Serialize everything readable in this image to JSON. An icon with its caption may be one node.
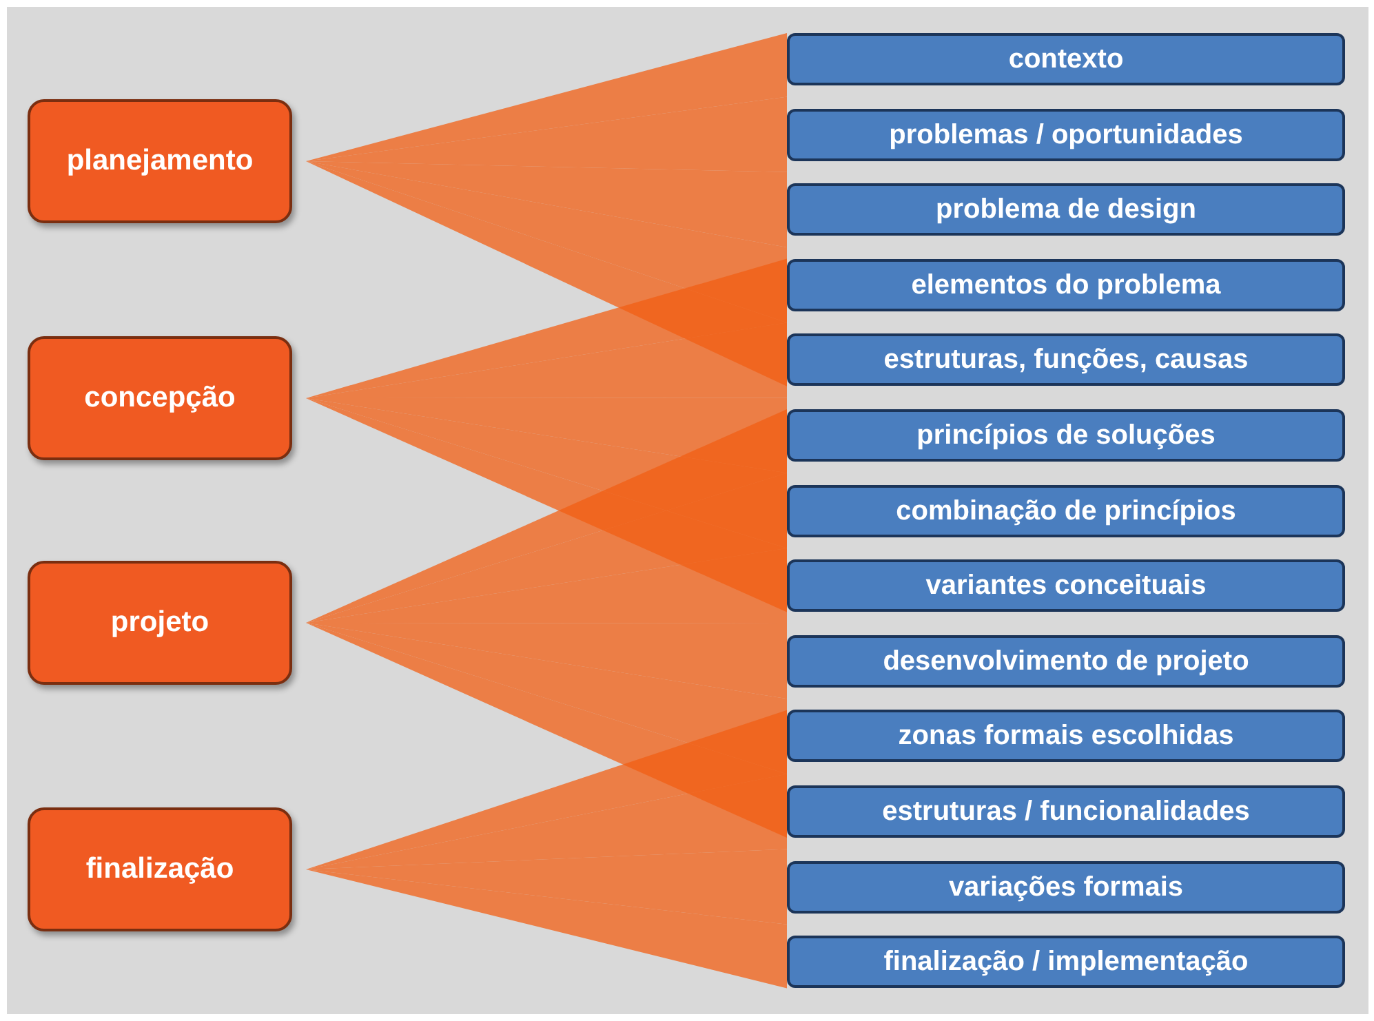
{
  "diagram": {
    "nodes": [
      {
        "text": [
          "planejamento"
        ]
      },
      {
        "text": [
          "concepção"
        ]
      },
      {
        "text": [
          "projeto"
        ]
      },
      {
        "text": [
          "finalização"
        ]
      },
      {
        "text": [
          "contexto"
        ]
      },
      {
        "text": [
          "problemas / oportunidades"
        ]
      },
      {
        "text": [
          "problema de design"
        ]
      },
      {
        "text": [
          "elementos do problema"
        ]
      },
      {
        "text": [
          "estruturas, funções, causas"
        ]
      },
      {
        "text": [
          "princípios de soluções"
        ]
      },
      {
        "text": [
          "combinação de princípios"
        ]
      },
      {
        "text": [
          "variantes conceituais"
        ]
      },
      {
        "text": [
          "desenvolvimento de projeto"
        ]
      },
      {
        "text": [
          "zonas formais escolhidas"
        ]
      },
      {
        "text": [
          "estruturas / funcionalidades"
        ]
      },
      {
        "text": [
          "variações formais"
        ]
      },
      {
        "text": [
          "finalização / implementação"
        ]
      }
    ],
    "edges": [
      {
        "from": 0,
        "to": 4,
        "arrow": "none"
      },
      {
        "from": 0,
        "to": 5,
        "arrow": "none"
      },
      {
        "from": 0,
        "to": 6,
        "arrow": "none"
      },
      {
        "from": 0,
        "to": 7,
        "arrow": "none"
      },
      {
        "from": 0,
        "to": 8,
        "arrow": "none"
      },
      {
        "from": 1,
        "to": 7,
        "arrow": "none"
      },
      {
        "from": 1,
        "to": 8,
        "arrow": "none"
      },
      {
        "from": 1,
        "to": 9,
        "arrow": "none"
      },
      {
        "from": 1,
        "to": 10,
        "arrow": "none"
      },
      {
        "from": 1,
        "to": 11,
        "arrow": "none"
      },
      {
        "from": 2,
        "to": 9,
        "arrow": "none"
      },
      {
        "from": 2,
        "to": 10,
        "arrow": "none"
      },
      {
        "from": 2,
        "to": 11,
        "arrow": "none"
      },
      {
        "from": 2,
        "to": 12,
        "arrow": "none"
      },
      {
        "from": 2,
        "to": 13,
        "arrow": "none"
      },
      {
        "from": 2,
        "to": 14,
        "arrow": "none"
      },
      {
        "from": 3,
        "to": 13,
        "arrow": "none"
      },
      {
        "from": 3,
        "to": 14,
        "arrow": "none"
      },
      {
        "from": 3,
        "to": 15,
        "arrow": "none"
      },
      {
        "from": 3,
        "to": 16,
        "arrow": "none"
      }
    ]
  }
}
